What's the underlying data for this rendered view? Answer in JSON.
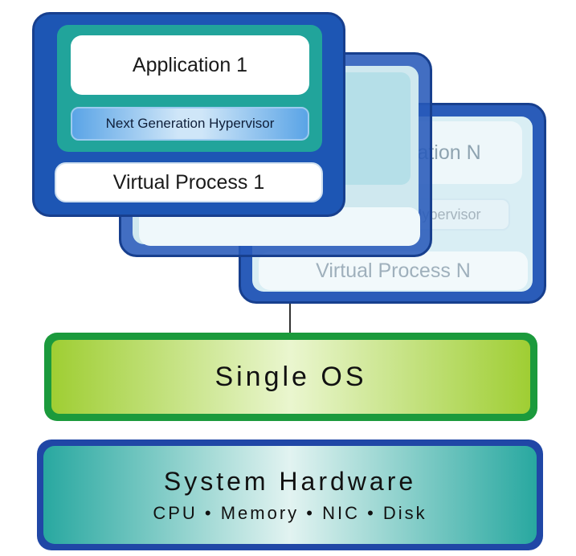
{
  "vm_first": {
    "application": "Application 1",
    "hypervisor": "Next Generation Hypervisor",
    "process": "Virtual Process 1"
  },
  "vm_last": {
    "application": "Application N",
    "hypervisor": "Next Generation Hypervisor",
    "process": "Virtual Process N"
  },
  "os": {
    "label": "Single OS"
  },
  "hardware": {
    "title": "System Hardware",
    "components": "CPU • Memory • NIC • Disk"
  },
  "colors": {
    "vm_frame": "#1d56b4",
    "teal": "#21a49b",
    "os_border": "#1b9a3c",
    "os_fill": "#9fce33",
    "hardware_border": "#2047a6",
    "hardware_fill": "#28a8a0"
  }
}
